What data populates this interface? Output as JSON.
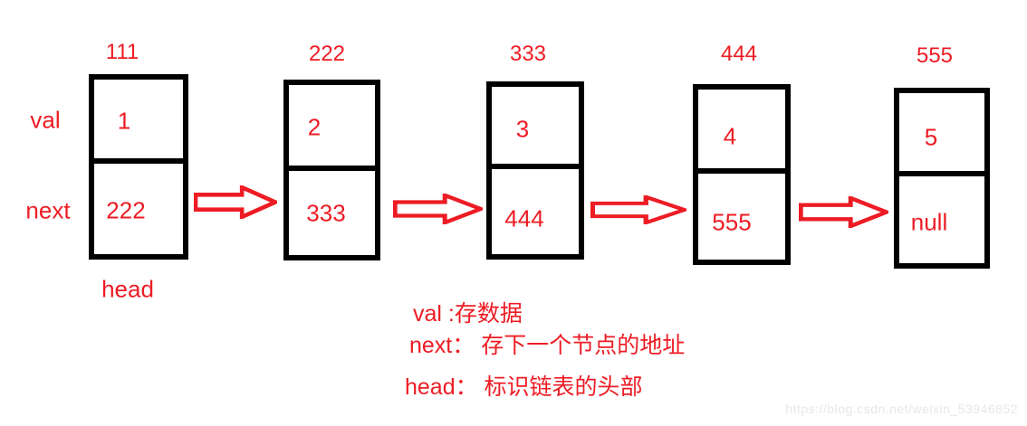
{
  "diagram": {
    "title_semantics": "singly-linked-list",
    "row_labels": {
      "val": "val",
      "next": "next"
    },
    "head_label": "head",
    "nodes": [
      {
        "address": "111",
        "val": "1",
        "next": "222"
      },
      {
        "address": "222",
        "val": "2",
        "next": "333"
      },
      {
        "address": "333",
        "val": "3",
        "next": "444"
      },
      {
        "address": "444",
        "val": "4",
        "next": "555"
      },
      {
        "address": "555",
        "val": "5",
        "next": "null"
      }
    ],
    "arrow_icon": "right-block-arrow"
  },
  "legend": {
    "val_line": "val :存数据",
    "next_line": "next： 存下一个节点的地址",
    "head_line": "head： 标识链表的头部"
  },
  "watermark": "https://blog.csdn.net/weixin_53946852",
  "colors": {
    "accent_red": "#ed1c24",
    "box_border": "#000000",
    "watermark_gray": "#e7e7e7",
    "background": "#ffffff"
  }
}
